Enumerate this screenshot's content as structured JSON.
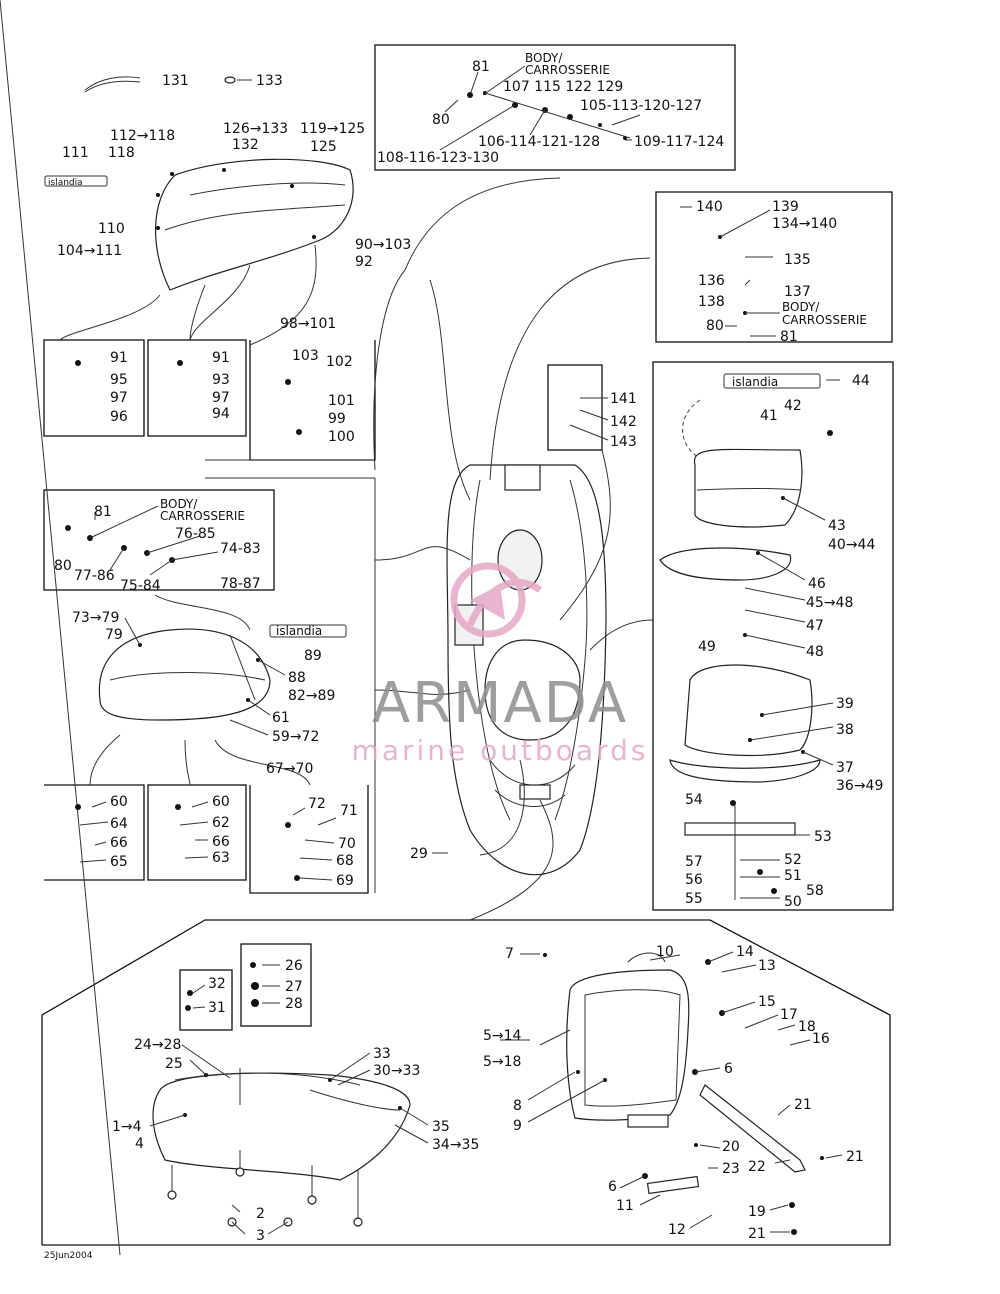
{
  "watermark": {
    "brand": "ARMADA",
    "tagline": "marine outboards",
    "color": "#e6a7c8"
  },
  "logo_text": "islandia",
  "body_label_1": "BODY/",
  "body_label_2": "CARROSSERIE",
  "date_code": "25Jun2004",
  "labels": {
    "l131": "131",
    "l133": "133",
    "l81a": "81",
    "l80a": "80",
    "l107": "107  115  122  129",
    "l105": "105-113-120-127",
    "l106": "106-114-121-128",
    "l109": "109-117-124",
    "l108": "108-116-123-130",
    "l112": "112→118",
    "l126": "126→133",
    "l119": "119→125",
    "l132": "132",
    "l125": "125",
    "l111": "111",
    "l118": "118",
    "l110": "110",
    "l104": "104→111",
    "l90": "90→103",
    "l92": "92",
    "l98": "98→101",
    "l91a": "91",
    "l95": "95",
    "l97a": "97",
    "l96": "96",
    "l91b": "91",
    "l93": "93",
    "l97b": "97",
    "l94": "94",
    "l103": "103",
    "l102": "102",
    "l101": "101",
    "l99": "99",
    "l100": "100",
    "l140": "140",
    "l139": "139",
    "l134": "134→140",
    "l135": "135",
    "l136": "136",
    "l137": "137",
    "l138": "138",
    "l80b": "80",
    "l81b": "81",
    "l141": "141",
    "l142": "142",
    "l143": "143",
    "l44": "44",
    "l42": "42",
    "l41": "41",
    "l43": "43",
    "l40": "40→44",
    "l46": "46",
    "l45": "45→48",
    "l47": "47",
    "l48": "48",
    "l49": "49",
    "l39": "39",
    "l38": "38",
    "l37": "37",
    "l36": "36→49",
    "l54": "54",
    "l53": "53",
    "l57": "57",
    "l52": "52",
    "l56": "56",
    "l51": "51",
    "l58": "58",
    "l55": "55",
    "l50": "50",
    "l81c": "81",
    "l80c": "80",
    "l76": "76-85",
    "l74": "74-83",
    "l77": "77-86",
    "l75": "75-84",
    "l78": "78-87",
    "l73": "73→79",
    "l79": "79",
    "l89": "89",
    "l88": "88",
    "l82": "82→89",
    "l61": "61",
    "l59": "59→72",
    "l67": "67→70",
    "l60a": "60",
    "l64": "64",
    "l66a": "66",
    "l65": "65",
    "l60b": "60",
    "l62": "62",
    "l66b": "66",
    "l63": "63",
    "l72": "72",
    "l71": "71",
    "l70": "70",
    "l68": "68",
    "l69": "69",
    "l29": "29",
    "l26": "26",
    "l27": "27",
    "l28": "28",
    "l32": "32",
    "l31": "31",
    "l24": "24→28",
    "l25": "25",
    "l33": "33",
    "l30": "30→33",
    "l1": "1→4",
    "l4": "4",
    "l35": "35",
    "l34": "34→35",
    "l2": "2",
    "l3": "3",
    "l7": "7",
    "l10": "10",
    "l14": "14",
    "l13": "13",
    "l15": "15",
    "l17": "17",
    "l18": "18",
    "l16": "16",
    "l5a": "5→14",
    "l5b": "5→18",
    "l6a": "6",
    "l8": "8",
    "l9": "9",
    "l21a": "21",
    "l20": "20",
    "l23": "23",
    "l6b": "6",
    "l22": "22",
    "l21b": "21",
    "l11": "11",
    "l19": "19",
    "l12": "12",
    "l21c": "21"
  }
}
